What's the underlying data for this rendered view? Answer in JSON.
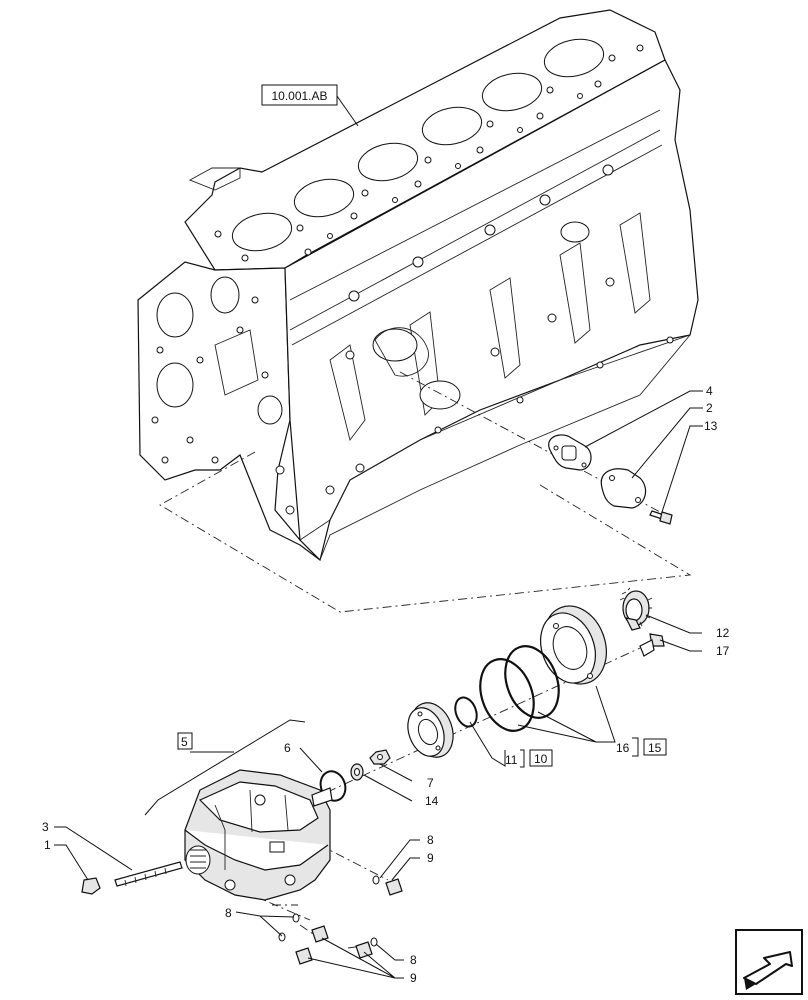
{
  "diagram": {
    "reference_label": "10.001.AB",
    "callouts": {
      "c1": "1",
      "c2": "2",
      "c3": "3",
      "c4": "4",
      "c5": "5",
      "c6": "6",
      "c7": "7",
      "c8a": "8",
      "c8b": "8",
      "c8c": "8",
      "c9a": "9",
      "c9b": "9",
      "c10": "10",
      "c11": "11",
      "c12": "12",
      "c13": "13",
      "c14": "14",
      "c15": "15",
      "c16": "16",
      "c17": "17"
    },
    "nav_icon": "arrow-back-icon"
  }
}
